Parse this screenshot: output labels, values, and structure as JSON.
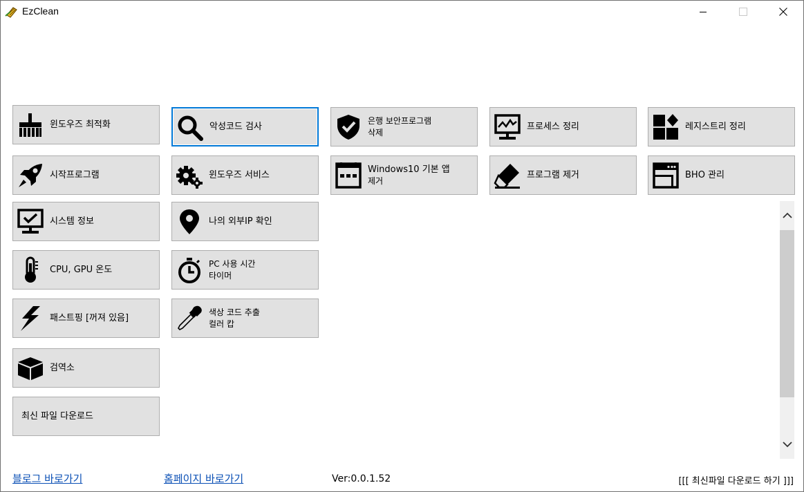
{
  "window": {
    "title": "EzClean",
    "controls": {
      "minimize": "minimize-icon",
      "maximize": "maximize-icon",
      "close": "close-icon"
    }
  },
  "tiles": {
    "col1": [
      {
        "label": "윈도우즈 최적화",
        "icon": "broom-icon"
      },
      {
        "label": "시작프로그램",
        "icon": "rocket-icon"
      },
      {
        "label": "시스템 정보",
        "icon": "monitor-check-icon"
      },
      {
        "label": "CPU, GPU 온도",
        "icon": "thermometer-icon"
      },
      {
        "label": "패스트핑 [꺼져 있음]",
        "icon": "lightning-icon"
      },
      {
        "label": "검역소",
        "icon": "box-icon"
      },
      {
        "label": "최신 파일 다운로드"
      }
    ],
    "col2": [
      {
        "label": "악성코드 검사",
        "icon": "magnifier-icon"
      },
      {
        "label": "윈도우즈 서비스",
        "icon": "gears-icon"
      },
      {
        "label": "나의 외부IP 확인",
        "icon": "location-pin-icon"
      },
      {
        "line1": "PC 사용 시간",
        "line2": "타이머",
        "icon": "stopwatch-icon"
      },
      {
        "line1": "색상 코드 추출",
        "line2": "컬러 캅",
        "icon": "eyedropper-icon"
      }
    ],
    "col3": [
      {
        "line1": "은행 보안프로그램",
        "line2": "삭제",
        "icon": "shield-check-icon"
      },
      {
        "line1": "Windows10 기본 앱",
        "line2": "제거",
        "icon": "app-window-icon"
      }
    ],
    "col4": [
      {
        "label": "프로세스 정리",
        "icon": "activity-monitor-icon"
      },
      {
        "label": "프로그램 제거",
        "icon": "eraser-icon"
      }
    ],
    "col5": [
      {
        "label": "레지스트리 정리",
        "icon": "registry-blocks-icon"
      },
      {
        "label": "BHO 관리",
        "icon": "browser-window-icon"
      }
    ]
  },
  "scrollbar": {
    "up": "chevron-up-icon",
    "down": "chevron-down-icon"
  },
  "footer": {
    "blog_link": "블로그 바로가기",
    "home_link": "홈페이지 바로가기",
    "version": "Ver:0.0.1.52",
    "download_text": "[[[ 최신파일 다운로드 하기 ]]]"
  },
  "colors": {
    "tile_bg": "#e1e1e1",
    "tile_border": "#adadad",
    "selected_border": "#0078d7",
    "link": "#0a4fb5"
  }
}
